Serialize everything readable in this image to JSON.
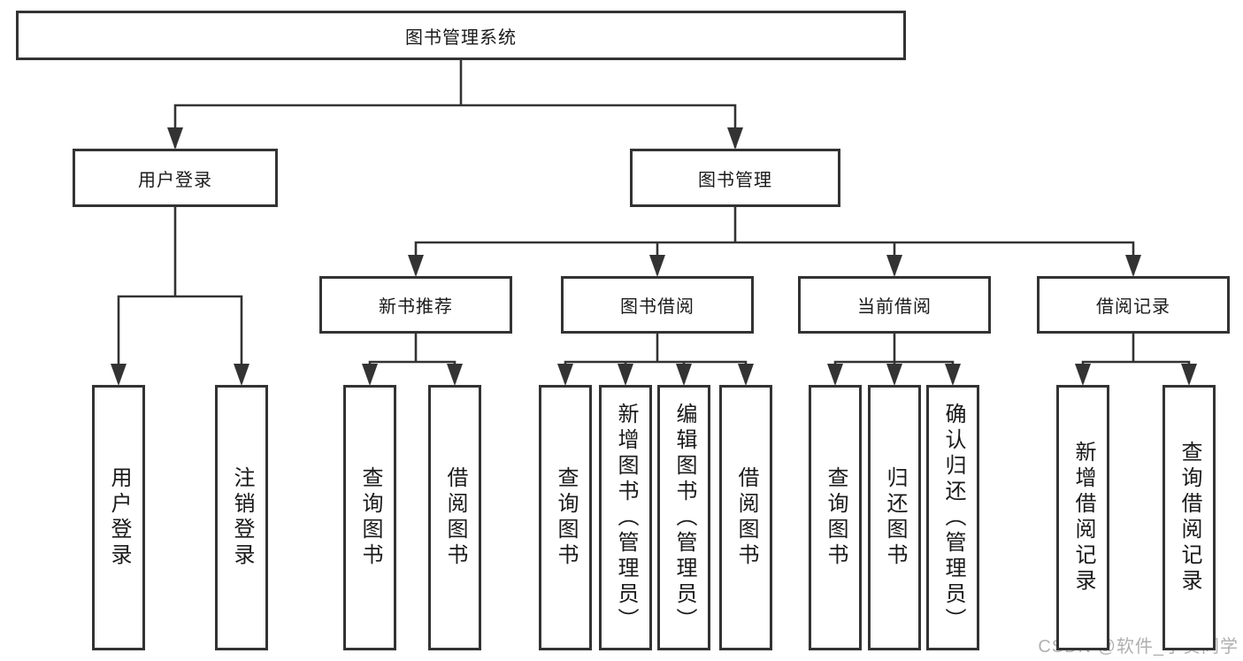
{
  "diagram": {
    "title": "图书管理系统",
    "children": [
      {
        "label": "用户登录",
        "children": [
          {
            "label": "用户登录"
          },
          {
            "label": "注销登录"
          }
        ]
      },
      {
        "label": "图书管理",
        "children": [
          {
            "label": "新书推荐",
            "children": [
              {
                "label": "查询图书"
              },
              {
                "label": "借阅图书"
              }
            ]
          },
          {
            "label": "图书借阅",
            "children": [
              {
                "label": "查询图书"
              },
              {
                "label": "新增图书（管理员）"
              },
              {
                "label": "编辑图书（管理员）"
              },
              {
                "label": "借阅图书"
              }
            ]
          },
          {
            "label": "当前借阅",
            "children": [
              {
                "label": "查询图书"
              },
              {
                "label": "归还图书"
              },
              {
                "label": "确认归还（管理员）"
              }
            ]
          },
          {
            "label": "借阅记录",
            "children": [
              {
                "label": "新增借阅记录"
              },
              {
                "label": "查询借阅记录"
              }
            ]
          }
        ]
      }
    ]
  },
  "watermark": {
    "text": "CSDN @软件_小贺同学"
  },
  "colors": {
    "line": "#333333",
    "border": "#333333",
    "text": "#1a1a1a",
    "watermark": "#b0b0b0",
    "background": "#ffffff"
  }
}
